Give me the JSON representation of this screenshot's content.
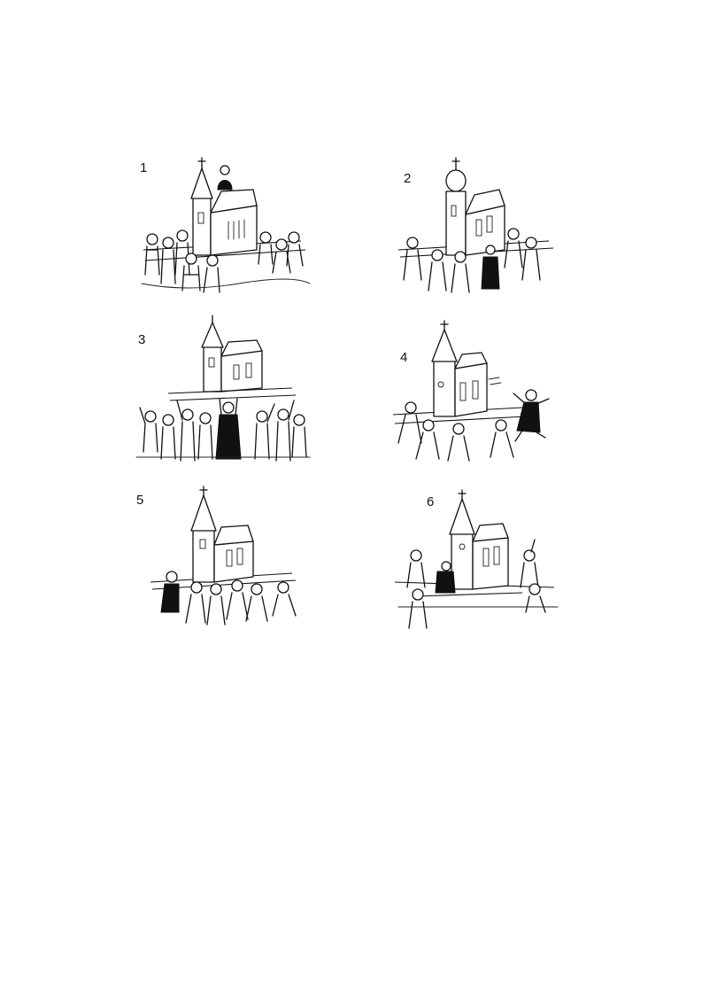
{
  "panels": [
    {
      "number": "1",
      "scene": "church-on-poles-small-figure-on-roof"
    },
    {
      "number": "2",
      "scene": "men-carrying-church-priest-walking"
    },
    {
      "number": "3",
      "scene": "crowd-lifting-church-priest-in-middle"
    },
    {
      "number": "4",
      "scene": "carriers-walking-priest-running-away"
    },
    {
      "number": "5",
      "scene": "priest-leading-carriers"
    },
    {
      "number": "6",
      "scene": "church-set-down-priest-inside-door"
    }
  ],
  "colors": {
    "ink": "#111111",
    "paper": "#ffffff"
  }
}
